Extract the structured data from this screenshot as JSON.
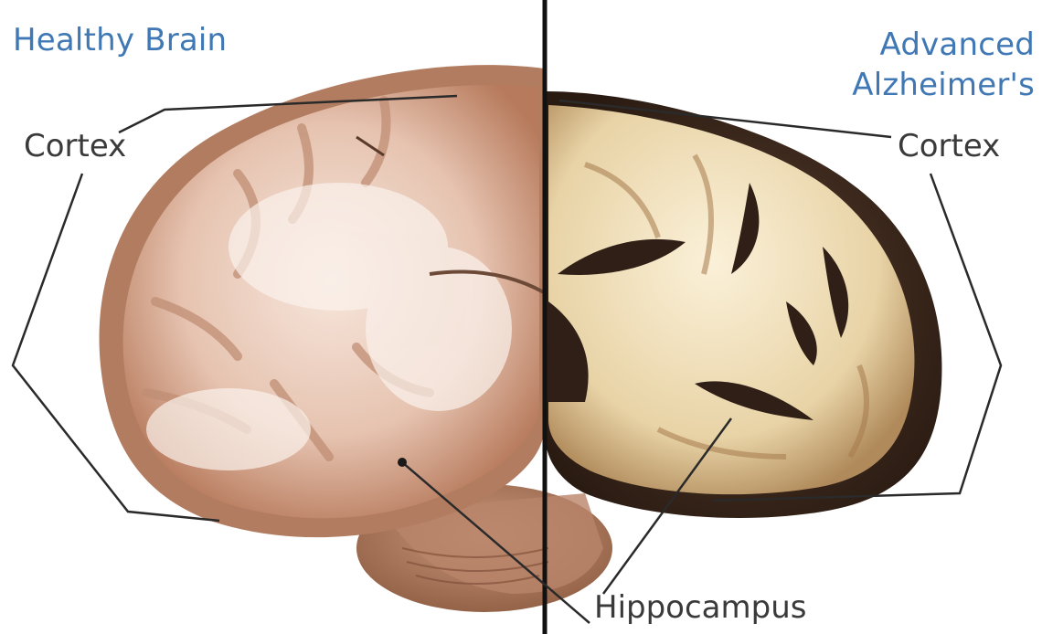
{
  "labels": {
    "healthy_title": "Healthy Brain",
    "advanced_title_line1": "Advanced",
    "advanced_title_line2": "Alzheimer's",
    "cortex_left": "Cortex",
    "cortex_right": "Cortex",
    "hippocampus": "Hippocampus"
  },
  "colors": {
    "title_blue": "#3f78b5",
    "label_dark": "#3a3a3a",
    "healthy_tissue": "#e8c8b8",
    "alzheimer_tissue": "#f0e2c0",
    "divider": "#111111"
  }
}
